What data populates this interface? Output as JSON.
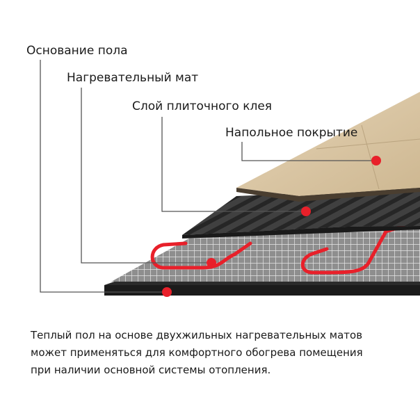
{
  "labels": {
    "base": "Основание пола",
    "heating_mat": "Нагревательный мат",
    "adhesive": "Слой плиточного клея",
    "flooring": "Напольное покрытие"
  },
  "caption": {
    "line1": "Теплый пол на основе двухжильных нагревательных матов",
    "line2": "может применяться для комфортного обогрева помещения",
    "line3": "при наличии основной системы отопления."
  },
  "colors": {
    "accent": "#e8202a",
    "tile": "#d9c4a2",
    "adhesive": "#3c3c3c",
    "base": "#2a2a2a",
    "mesh": "#e6e6e6"
  }
}
